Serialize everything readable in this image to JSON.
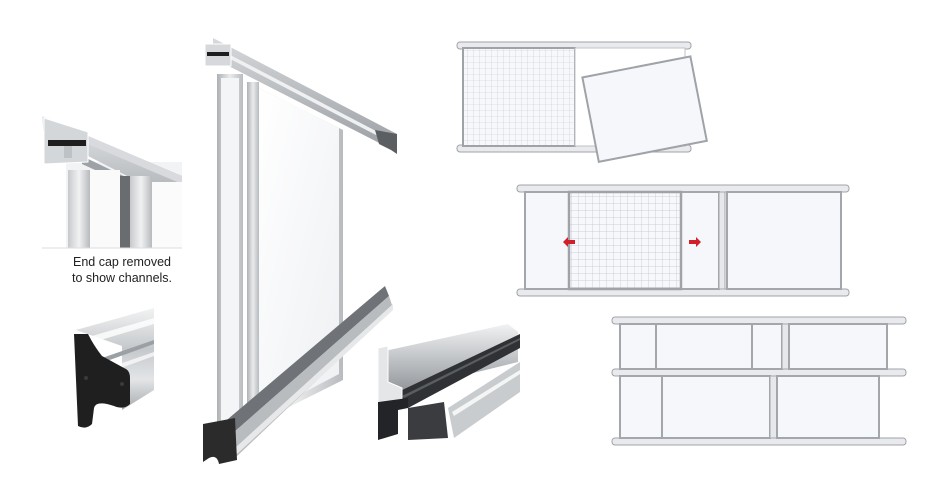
{
  "caption": {
    "line1": "End cap removed",
    "line2": "to show channels."
  },
  "illustrations": [
    {
      "id": "end-cap-detail",
      "desc": "Top track with end cap removed showing channels"
    },
    {
      "id": "end-cap-profile",
      "desc": "Black end cap on aluminum track"
    },
    {
      "id": "sliding-panel-system",
      "desc": "Perspective view of sliding whiteboard panels on top and bottom track"
    },
    {
      "id": "track-extrusion",
      "desc": "Bottom track extrusion with black insert"
    },
    {
      "id": "diagram-lift-out",
      "desc": "Grid panel and whiteboard panel lifting out of track"
    },
    {
      "id": "diagram-sliding",
      "desc": "Three-panel sliding track with grid panel and direction arrows"
    },
    {
      "id": "diagram-two-tier",
      "desc": "Two-tier track system with multiple whiteboard panels"
    }
  ],
  "colors": {
    "aluminum": "#c9ccd0",
    "aluminum_dark": "#8f9397",
    "panel": "#f5f7fb",
    "grid": "#b8bcc4",
    "end_cap": "#2a2a2a",
    "arrow": "#d0202a"
  },
  "arrows": {
    "left": "slide-left",
    "right": "slide-right"
  }
}
